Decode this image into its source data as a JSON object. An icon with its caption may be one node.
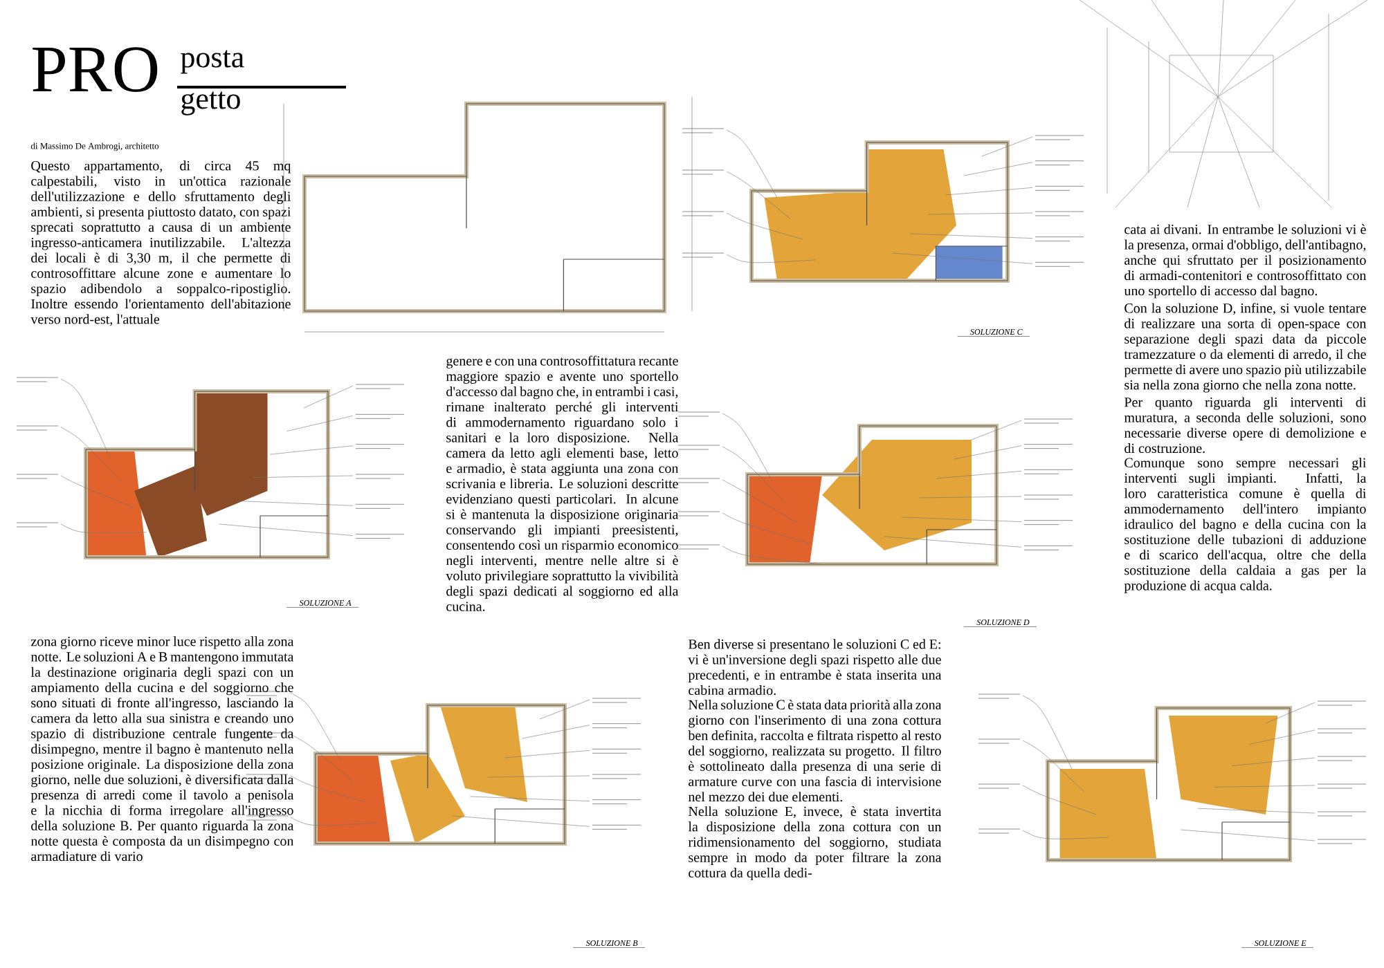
{
  "diagram": {
    "title": "PRO",
    "labels": [
      "posta",
      "getto",
      "di Massimo De Ambrogi, architetto",
      "Questo appartamento, di circa 45 mq calpestabili, visto in un'ottica razionale dell'utilizzazione e dello sfruttamento degli ambienti, si presenta piuttosto datato, con spazi sprecati soprattutto a causa di un ambiente ingresso-anticamera inutilizzabile. L'altezza dei locali è di 3,30 m, il che permette di controsoffittare alcune zone e aumentare lo spazio adibendolo a soppalco-ripostiglio. Inoltre essendo l'orientamento dell'abitazione verso nord-est, l'attuale",
      "genere e con una controsoffittatura recante maggiore spazio e avente uno sportello d'accesso dal bagno che, in entrambi i casi, rimane inalterato perché gli interventi di ammodernamento riguardano solo i sanitari e la loro disposizione. Nella camera da letto agli elementi base, letto e armadio, è stata aggiunta una zona con scrivania e libreria. Le soluzioni descritte evidenziano questi particolari. In alcune si è mantenuta la disposizione originaria conservando gli impianti preesistenti, consentendo così un risparmio economico negli interventi, mentre nelle altre si è voluto privilegiare soprattutto la vivibilità degli spazi dedicati al soggiorno ed alla cucina.",
      "zona giorno riceve minor luce rispetto alla zona notte. Le soluzioni A e B mantengono immutata la destinazione originaria degli spazi con un ampiamento della cucina e del soggiorno che sono situati di fronte all'ingresso, lasciando la camera da letto alla sua sinistra e creando uno spazio di distribuzione centrale fungente da disimpegno, mentre il bagno è mantenuto nella posizione originale. La disposizione della zona giorno, nelle due soluzioni, è diversificata dalla presenza di arredi come il tavolo a penisola e la nicchia di forma irregolare all'ingresso della soluzione B. Per quanto riguarda la zona notte questa è composta da un disimpegno con armadiature di vario",
      "Ben diverse si presentano le soluzioni C ed E: vi è un'inversione degli spazi rispetto alle due precedenti, e in entrambe è stata inserita una cabina armadio.",
      "Nella soluzione C è stata data priorità alla zona giorno con l'inserimento di una zona cottura ben definita, raccolta e filtrata rispetto al resto del soggiorno, realizzata su progetto. Il filtro è sottolineato dalla presenza di una serie di armature curve con una fascia di intervisione nel mezzo dei due elementi.",
      "Nella soluzione E, invece, è stata invertita la disposizione della zona cottura con un ridimensionamento del soggiorno, studiata sempre in modo da poter filtrare la zona cottura da quella dedi-",
      "cata ai divani. In entrambe le soluzioni vi è la presenza, ormai d'obbligo, dell'antibagno, anche qui sfruttato per il posizionamento di armadi-contenitori e controsoffittato con uno sportello di accesso dal bagno.",
      "Con la soluzione D, infine, si vuole tentare di realizzare una sorta di open-space con separazione degli spazi data da piccole tramezzature o da elementi di arredo, il che permette di avere uno spazio più utilizzabile sia nella zona giorno che nella zona notte.",
      "Per quanto riguarda gli interventi di muratura, a seconda delle soluzioni, sono necessarie diverse opere di demolizione e di costruzione.",
      "Comunque sono sempre necessari gli interventi sugli impianti. Infatti, la loro caratteristica comune è quella di ammodernamento dell'intero impianto idraulico del bagno e della cucina con la sostituzione delle tubazioni di adduzione e di scarico dell'acqua, oltre che della sostituzione della caldaia a gas per la produzione di acqua calda.",
      "SOLUZIONE A",
      "SOLUZIONE C",
      "SOLUZIONE D",
      "SOLUZIONE B",
      "SOLUZIONE E"
    ]
  }
}
